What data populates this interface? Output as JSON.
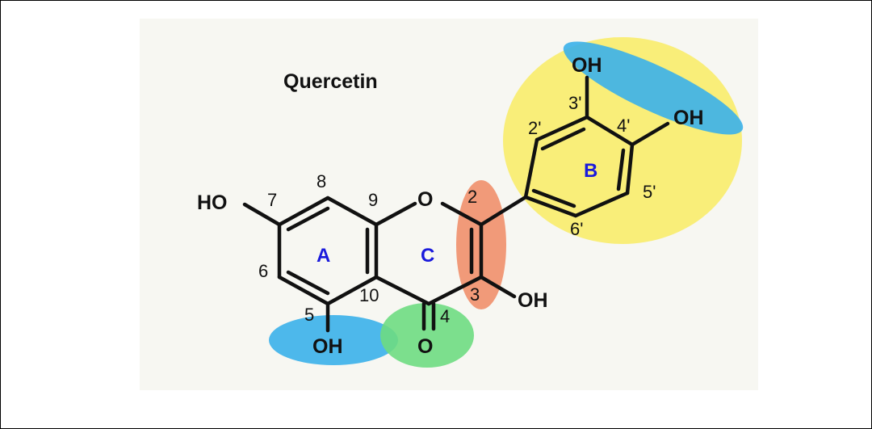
{
  "title": "Quercetin",
  "colors": {
    "panel": "#f7f7f2",
    "ring_label": "#1a1adc",
    "hydroxyl_highlight": "#3ab0ea",
    "b_ring_highlight": "#f8ec6c",
    "c23_highlight": "#f08f6c",
    "carbonyl_highlight": "#6edc82"
  },
  "rings": {
    "a": "A",
    "b": "B",
    "c": "C"
  },
  "atoms": {
    "ho7": "HO",
    "o1": "O",
    "o4": "O",
    "oh5": "OH",
    "oh3": "OH",
    "oh3p": "OH",
    "oh4p": "OH"
  },
  "positions": {
    "p2": "2",
    "p3": "3",
    "p4": "4",
    "p5": "5",
    "p6": "6",
    "p7": "7",
    "p8": "8",
    "p9": "9",
    "p10": "10",
    "p2p": "2'",
    "p3p": "3'",
    "p4p": "4'",
    "p5p": "5'",
    "p6p": "6'"
  }
}
